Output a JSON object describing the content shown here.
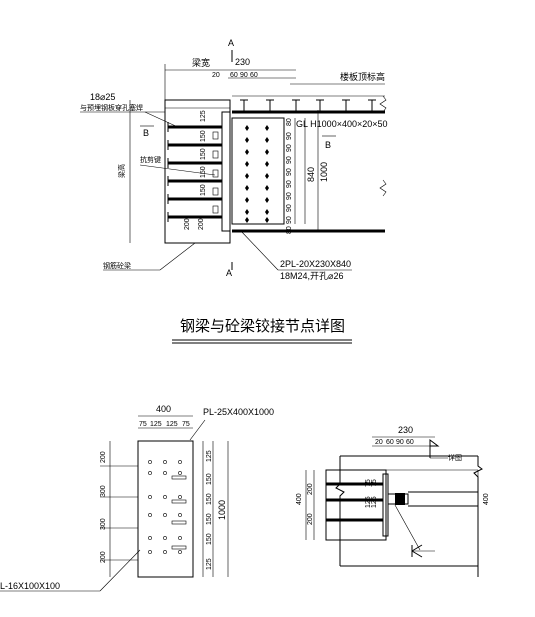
{
  "elevation": {
    "section_mark_top": "A",
    "section_mark_bottom": "A",
    "section_mark_left": "B",
    "section_mark_right": "B",
    "beam_width_label": "梁宽",
    "dim_230": "230",
    "dim_sub": [
      "20",
      "60",
      "90",
      "60"
    ],
    "slab_label": "楼板顶标高",
    "rebar_label": "18⌀25",
    "rebar_note": "与预埋钢板穿孔塞焊",
    "shear_key_label": "抗剪键",
    "beam_height_label": "梁高",
    "concrete_beam_label": "钢筋砼梁",
    "steel_beam_label": "GL H1000×400×20×50",
    "dim_840": "840",
    "dim_1000": "1000",
    "spacing_left": [
      "125",
      "150",
      "150",
      "150",
      "150",
      "200",
      "200"
    ],
    "spacing_right": [
      "80",
      "90",
      "90",
      "90",
      "90",
      "90",
      "90",
      "90",
      "90",
      "80"
    ],
    "plate_label": "2PL-20X230X840",
    "bolt_label": "18M24,开孔⌀26"
  },
  "title": "钢梁与砼梁铰接节点详图",
  "plate_detail": {
    "dim_400": "400",
    "dim_sub": [
      "75",
      "125",
      "125",
      "75"
    ],
    "plate_label": "PL-25X400X1000",
    "left_dims": [
      "200",
      "300",
      "300",
      "200"
    ],
    "right_dims": [
      "125",
      "150",
      "150",
      "150",
      "150",
      "125"
    ],
    "dim_1000": "1000",
    "lug_label": "L-16X100X100"
  },
  "section": {
    "dim_230": "230",
    "dim_sub": [
      "20",
      "60",
      "90",
      "60"
    ],
    "mark_top": "详图",
    "dim_400_left": "400",
    "dim_400_right": "400",
    "dim_200a": "200",
    "dim_200b": "200",
    "vert_dims": [
      "75",
      "125",
      "125",
      "75"
    ]
  }
}
